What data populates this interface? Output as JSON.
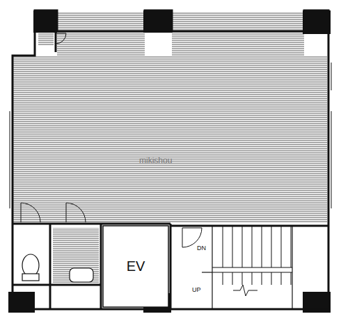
{
  "diagram": {
    "nodes": [
      {
        "text": [
          "EV"
        ]
      }
    ],
    "labels": [
      "DN",
      "UP",
      "mikishou"
    ]
  }
}
